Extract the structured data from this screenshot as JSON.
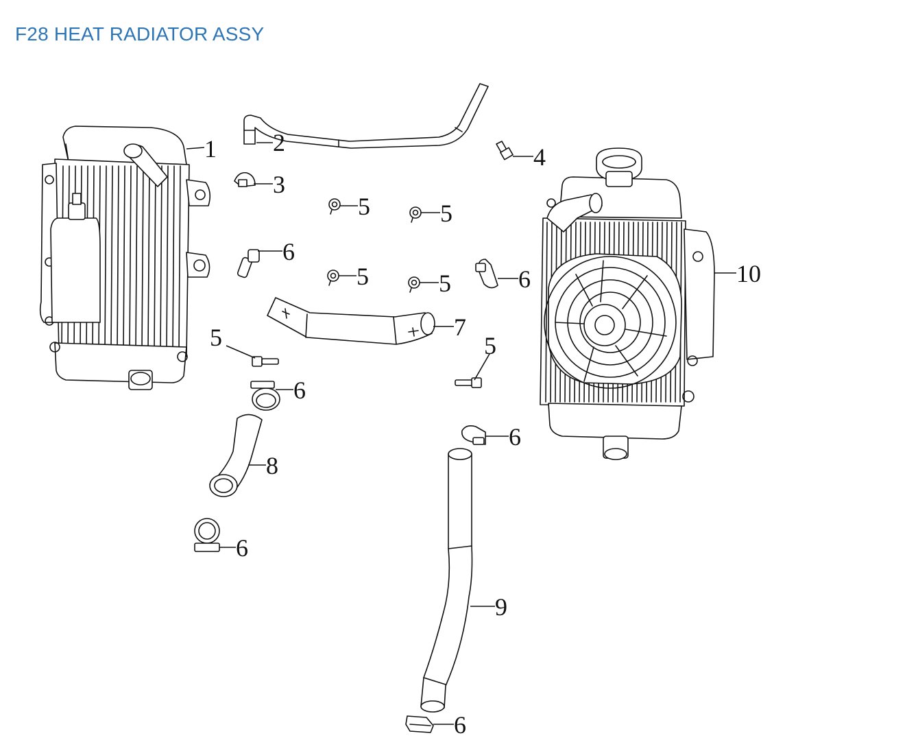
{
  "title": "F28 HEAT RADIATOR ASSY",
  "callouts": [
    {
      "id": "c1",
      "label": "1"
    },
    {
      "id": "c2",
      "label": "2"
    },
    {
      "id": "c3",
      "label": "3"
    },
    {
      "id": "c4",
      "label": "4"
    },
    {
      "id": "c5a",
      "label": "5"
    },
    {
      "id": "c5b",
      "label": "5"
    },
    {
      "id": "c5c",
      "label": "5"
    },
    {
      "id": "c5d",
      "label": "5"
    },
    {
      "id": "c5e",
      "label": "5"
    },
    {
      "id": "c5f",
      "label": "5"
    },
    {
      "id": "c6a",
      "label": "6"
    },
    {
      "id": "c6b",
      "label": "6"
    },
    {
      "id": "c6c",
      "label": "6"
    },
    {
      "id": "c6d",
      "label": "6"
    },
    {
      "id": "c6e",
      "label": "6"
    },
    {
      "id": "c6f",
      "label": "6"
    },
    {
      "id": "c7",
      "label": "7"
    },
    {
      "id": "c8",
      "label": "8"
    },
    {
      "id": "c9",
      "label": "9"
    },
    {
      "id": "c10",
      "label": "10"
    }
  ]
}
